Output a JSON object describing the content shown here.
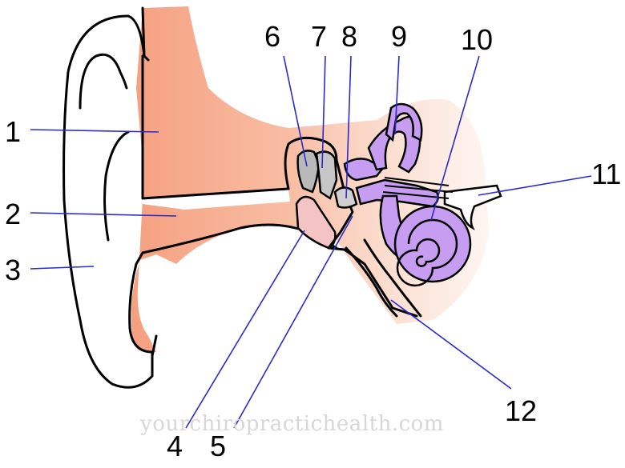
{
  "labels": [
    "1",
    "2",
    "3",
    "4",
    "5",
    "6",
    "7",
    "8",
    "9",
    "10",
    "11",
    "12"
  ],
  "watermark": "yourchiropractichealth.com",
  "colors": {
    "skin": "#f5a080",
    "skin_light": "#fde3d6",
    "inner_ear": "#c79df2",
    "ossicle": "#b9b9b9",
    "membrane": "#f4c4c4",
    "leader": "#2a2ad0"
  }
}
